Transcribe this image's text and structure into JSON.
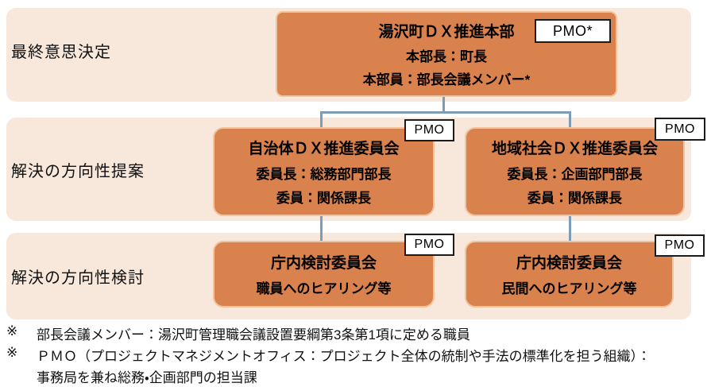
{
  "colors": {
    "page_bg": "#FFFFFF",
    "band_bg": "#F8E8DB",
    "box_fill": "#D9824E",
    "box_border": "#EFC49F",
    "connector": "#7C9CB8",
    "pmo_bg": "#FFFFFF",
    "pmo_border": "#1C1C1C",
    "text": "#000000"
  },
  "rows": [
    {
      "label": "最終意思決定"
    },
    {
      "label": "解決の方向性提案"
    },
    {
      "label": "解決の方向性検討"
    }
  ],
  "boxes": {
    "hq": {
      "title": "湯沢町ＤＸ推進本部",
      "line1": "本部長：町長",
      "line2": "本部員：部長会議メンバー*",
      "pmo": "PMO*"
    },
    "gov": {
      "title": "自治体ＤＸ推進委員会",
      "line1": "委員長：総務部門部長",
      "line2": "委員：関係課長",
      "pmo": "PMO"
    },
    "community": {
      "title": "地域社会ＤＸ推進委員会",
      "line1": "委員長：企画部門部長",
      "line2": "委員：関係課長",
      "pmo": "PMO"
    },
    "hearing_staff": {
      "title": "庁内検討委員会",
      "line1": "職員へのヒアリング等",
      "pmo": "PMO"
    },
    "hearing_private": {
      "title": "庁内検討委員会",
      "line1": "民間へのヒアリング等",
      "pmo": "PMO"
    }
  },
  "footnotes": [
    {
      "marker": "※",
      "text": "部長会議メンバー：湯沢町管理職会議設置要綱第3条第1項に定める職員"
    },
    {
      "marker": "※",
      "text": "ＰＭＯ（プロジェクトマネジメントオフィス：プロジェクト全体の統制や手法の標準化を担う組織）：",
      "text2": "事務局を兼ね総務・企画部門の担当課"
    }
  ]
}
